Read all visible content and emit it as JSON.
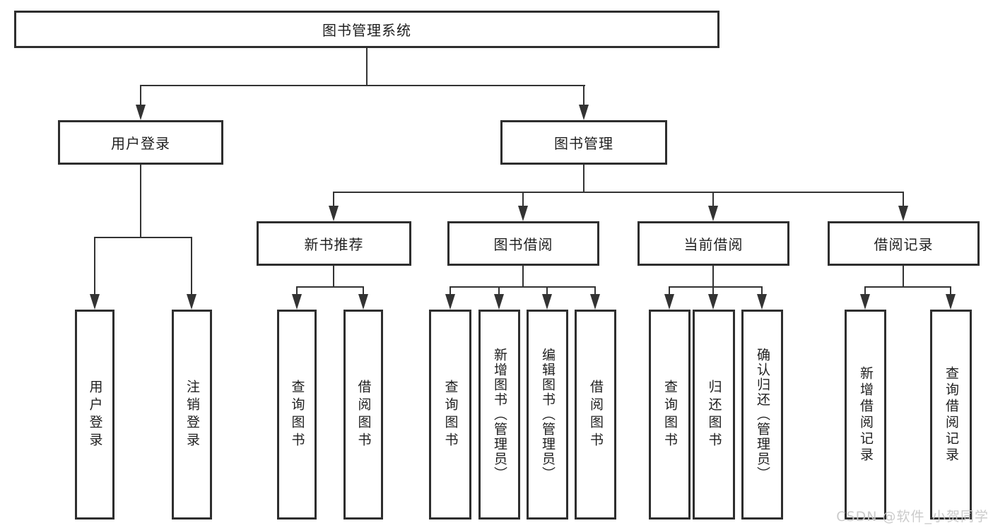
{
  "watermark": {
    "text": "CSDN @软件_小贺同学",
    "color": "#c8c8c8"
  },
  "diagram": {
    "type": "tree",
    "title": "图书管理系统",
    "line_color": "#333333",
    "border_color": "#2e2e2e",
    "background": "#ffffff",
    "nodes": {
      "root": {
        "label": "图书管理系统",
        "children": [
          "user_login",
          "book_mgmt"
        ]
      },
      "user_login": {
        "label": "用户登录",
        "children": [
          "login",
          "logout"
        ]
      },
      "book_mgmt": {
        "label": "图书管理",
        "children": [
          "new_rec",
          "book_borrow",
          "current_borrow",
          "borrow_record"
        ]
      },
      "new_rec": {
        "label": "新书推荐",
        "children": [
          "rec_query",
          "rec_borrow"
        ]
      },
      "book_borrow": {
        "label": "图书借阅",
        "children": [
          "bb_query",
          "bb_add",
          "bb_edit",
          "bb_borrow"
        ]
      },
      "current_borrow": {
        "label": "当前借阅",
        "children": [
          "cb_query",
          "cb_return",
          "cb_confirm"
        ]
      },
      "borrow_record": {
        "label": "借阅记录",
        "children": [
          "br_add",
          "br_query"
        ]
      },
      "login": {
        "label": "用户登录"
      },
      "logout": {
        "label": "注销登录"
      },
      "rec_query": {
        "label": "查询图书"
      },
      "rec_borrow": {
        "label": "借阅图书"
      },
      "bb_query": {
        "label": "查询图书"
      },
      "bb_add": {
        "label": "新增图书（管理员）"
      },
      "bb_edit": {
        "label": "编辑图书（管理员）"
      },
      "bb_borrow": {
        "label": "借阅图书"
      },
      "cb_query": {
        "label": "查询图书"
      },
      "cb_return": {
        "label": "归还图书"
      },
      "cb_confirm": {
        "label": "确认归还（管理员）"
      },
      "br_add": {
        "label": "新增借阅记录"
      },
      "br_query": {
        "label": "查询借阅记录"
      }
    }
  }
}
